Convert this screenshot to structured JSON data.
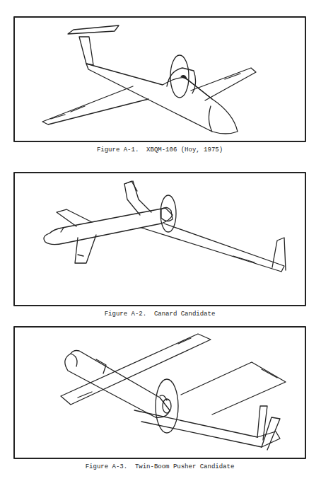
{
  "diagram": {
    "labels": [
      "Figure A-1.  XBQM-106 (Hoy, 1975)",
      "Figure A-2.  Canard Candidate",
      "Figure A-3.  Twin-Boom Pusher Candidate"
    ]
  }
}
